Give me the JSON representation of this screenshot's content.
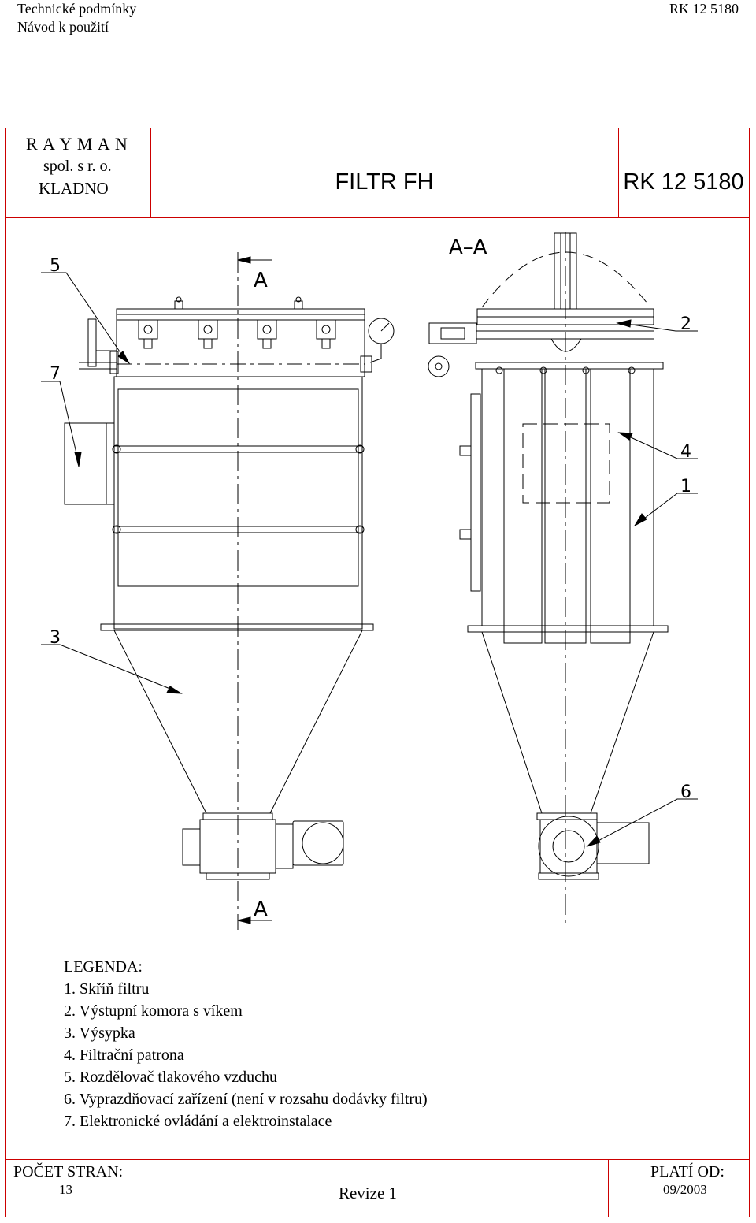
{
  "header": {
    "left_line1": "Technické podmínky",
    "left_line2": "Návod k použití",
    "right": "RK 12 5180"
  },
  "title_block": {
    "company_line1": "R A Y M A N",
    "company_line2": "spol. s r. o.",
    "company_line3": "KLADNO",
    "product": "FILTR FH",
    "doc_number": "RK 12 5180"
  },
  "drawing": {
    "section_label": "A–A",
    "cut_label_top": "A",
    "cut_label_bottom": "A",
    "callouts": [
      "5",
      "7",
      "3",
      "2",
      "4",
      "1",
      "6"
    ]
  },
  "legend": {
    "title": "LEGENDA:",
    "items": [
      "1. Skříň filtru",
      "2. Výstupní komora s víkem",
      "3. Výsypka",
      "4. Filtrační patrona",
      "5. Rozdělovač tlakového vzduchu",
      "6. Vyprazdňovací zařízení (není v rozsahu dodávky filtru)",
      "7. Elektronické ovládání a elektroinstalace"
    ]
  },
  "footer": {
    "pages_label": "POČET STRAN:",
    "pages_value": "13",
    "revision": "Revize 1",
    "valid_label": "PLATÍ OD:",
    "valid_value": "09/2003"
  }
}
